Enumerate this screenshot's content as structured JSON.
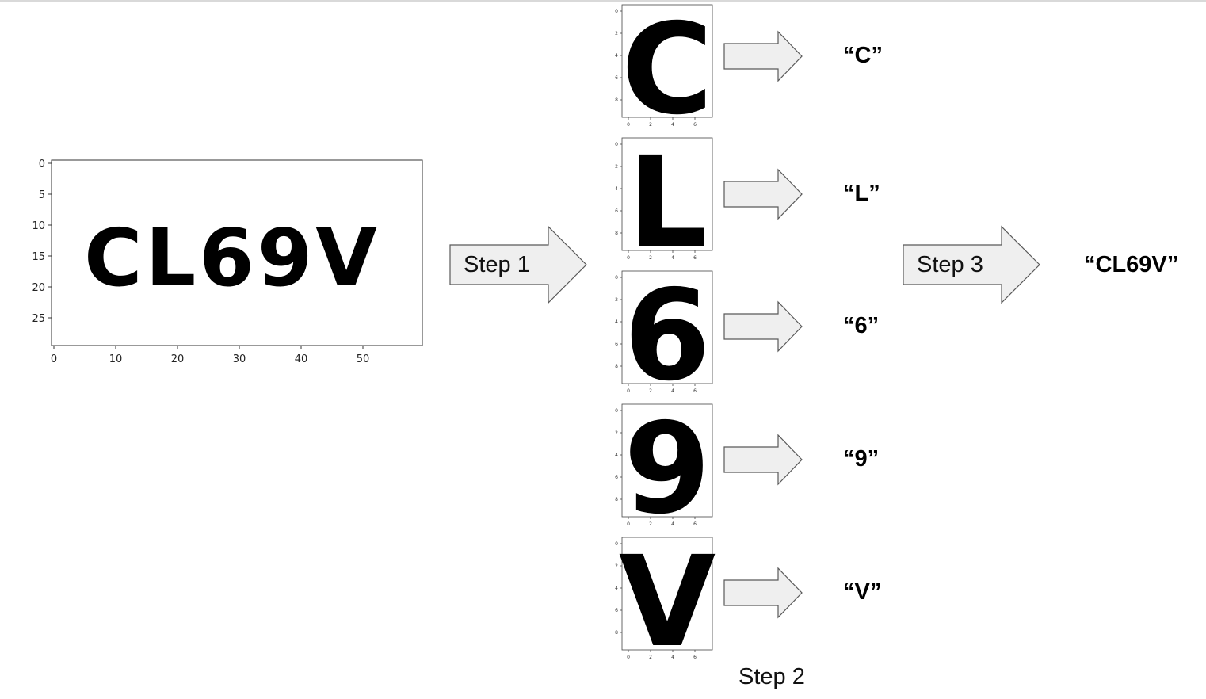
{
  "main_plot": {
    "text": "CL69V",
    "x_ticks": [
      "0",
      "10",
      "20",
      "30",
      "40",
      "50"
    ],
    "y_ticks": [
      "0",
      "5",
      "10",
      "15",
      "20",
      "25"
    ]
  },
  "steps": {
    "step1": "Step 1",
    "step2": "Step 2",
    "step3": "Step 3"
  },
  "characters": [
    {
      "glyph": "C",
      "label": "“C”"
    },
    {
      "glyph": "L",
      "label": "“L”"
    },
    {
      "glyph": "6",
      "label": "“6”"
    },
    {
      "glyph": "9",
      "label": "“9”"
    },
    {
      "glyph": "V",
      "label": "“V”"
    }
  ],
  "small_ticks": {
    "x": [
      "0",
      "2",
      "4",
      "6"
    ],
    "y": [
      "0",
      "2",
      "4",
      "6",
      "8"
    ]
  },
  "result": "“CL69V”",
  "colors": {
    "arrow_fill": "#efefef",
    "arrow_stroke": "#595959",
    "ink": "#000000"
  }
}
